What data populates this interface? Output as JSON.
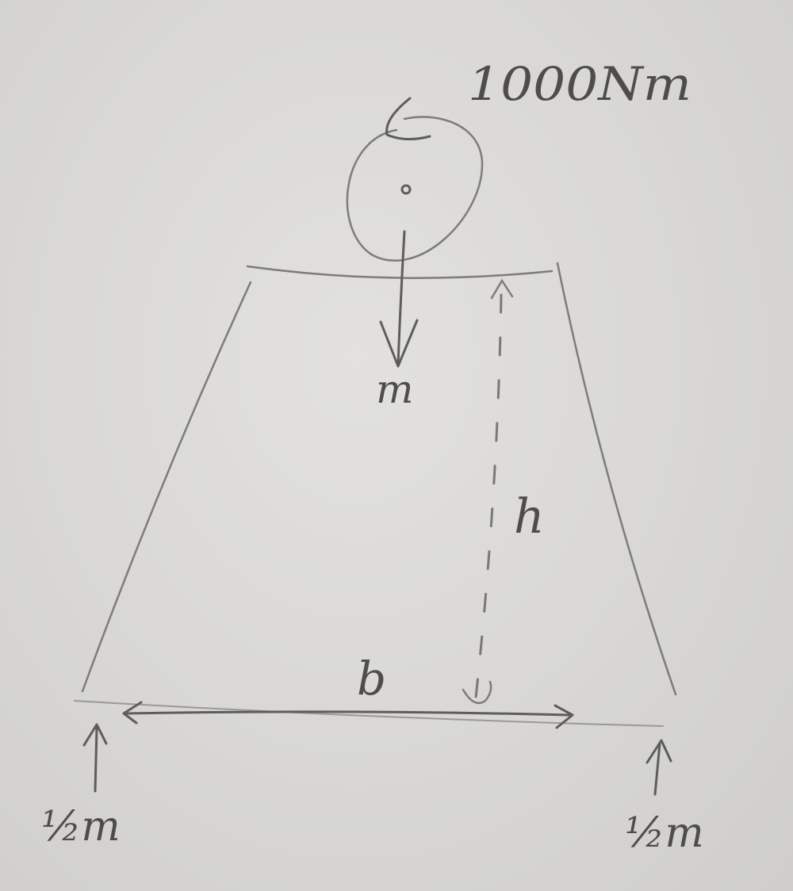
{
  "labels": {
    "moment": "1000Nm",
    "weight": "m",
    "height": "h",
    "base": "b",
    "reaction_left": "½m",
    "reaction_right": "½m"
  },
  "colors": {
    "paper": "#dcdbd8",
    "pencil": "#5e5d5a"
  }
}
